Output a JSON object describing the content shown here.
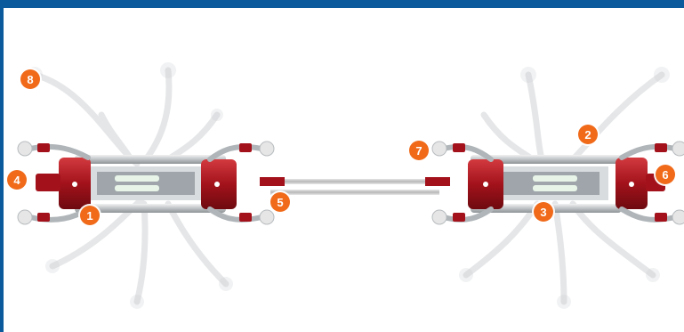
{
  "colors": {
    "frame_border": "#0a5a9c",
    "callout": "#f06a1a",
    "accent_red": "#a3121b"
  },
  "illustration": {
    "icon": "dual-robotic-wheel-assembly"
  },
  "callouts": [
    {
      "id": "c1",
      "label": "1"
    },
    {
      "id": "c2",
      "label": "2"
    },
    {
      "id": "c3",
      "label": "3"
    },
    {
      "id": "c4",
      "label": "4"
    },
    {
      "id": "c5",
      "label": "5"
    },
    {
      "id": "c6",
      "label": "6"
    },
    {
      "id": "c7",
      "label": "7"
    },
    {
      "id": "c8",
      "label": "8"
    }
  ]
}
